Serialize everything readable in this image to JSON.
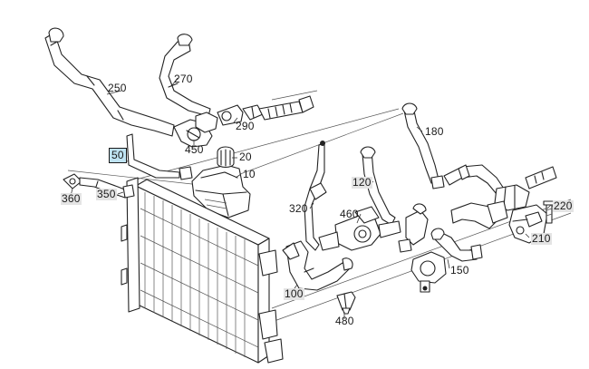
{
  "labels": {
    "p250": "250",
    "p270": "270",
    "p290": "290",
    "p450": "450",
    "p50": "50",
    "p20": "20",
    "p10": "10",
    "p180": "180",
    "p360": "360",
    "p350": "350",
    "p120": "120",
    "p320": "320",
    "p460": "460",
    "p220": "220",
    "p210": "210",
    "p150": "150",
    "p100": "100",
    "p480": "480"
  }
}
